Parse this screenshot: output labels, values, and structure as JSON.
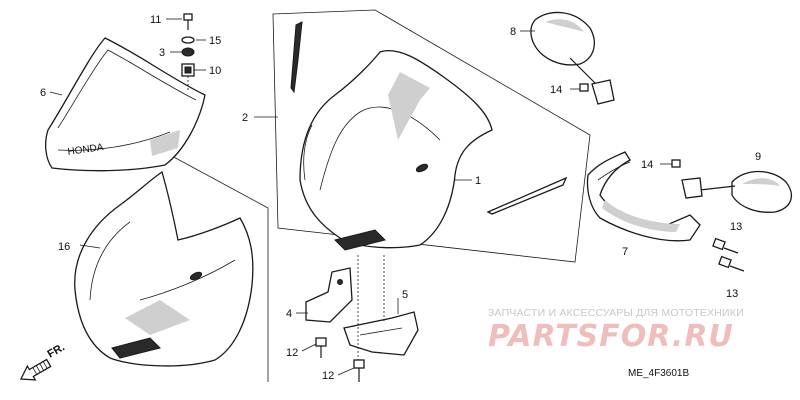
{
  "labels": {
    "l1": "1",
    "l2": "2",
    "l3": "3",
    "l4": "4",
    "l5": "5",
    "l6": "6",
    "l7": "7",
    "l8": "8",
    "l9": "9",
    "l10": "10",
    "l11": "11",
    "l12a": "12",
    "l12b": "12",
    "l13a": "13",
    "l13b": "13",
    "l14a": "14",
    "l14b": "14",
    "l15": "15",
    "l16": "16"
  },
  "fr_label": "FR.",
  "diagram_code": "ME_4F3601B",
  "watermark": {
    "tagline": "ЗАПЧАСТИ И АКСЕССУАРЫ ДЛЯ МОТОТЕХНИКИ",
    "logo": "PARTSFOR.RU"
  }
}
